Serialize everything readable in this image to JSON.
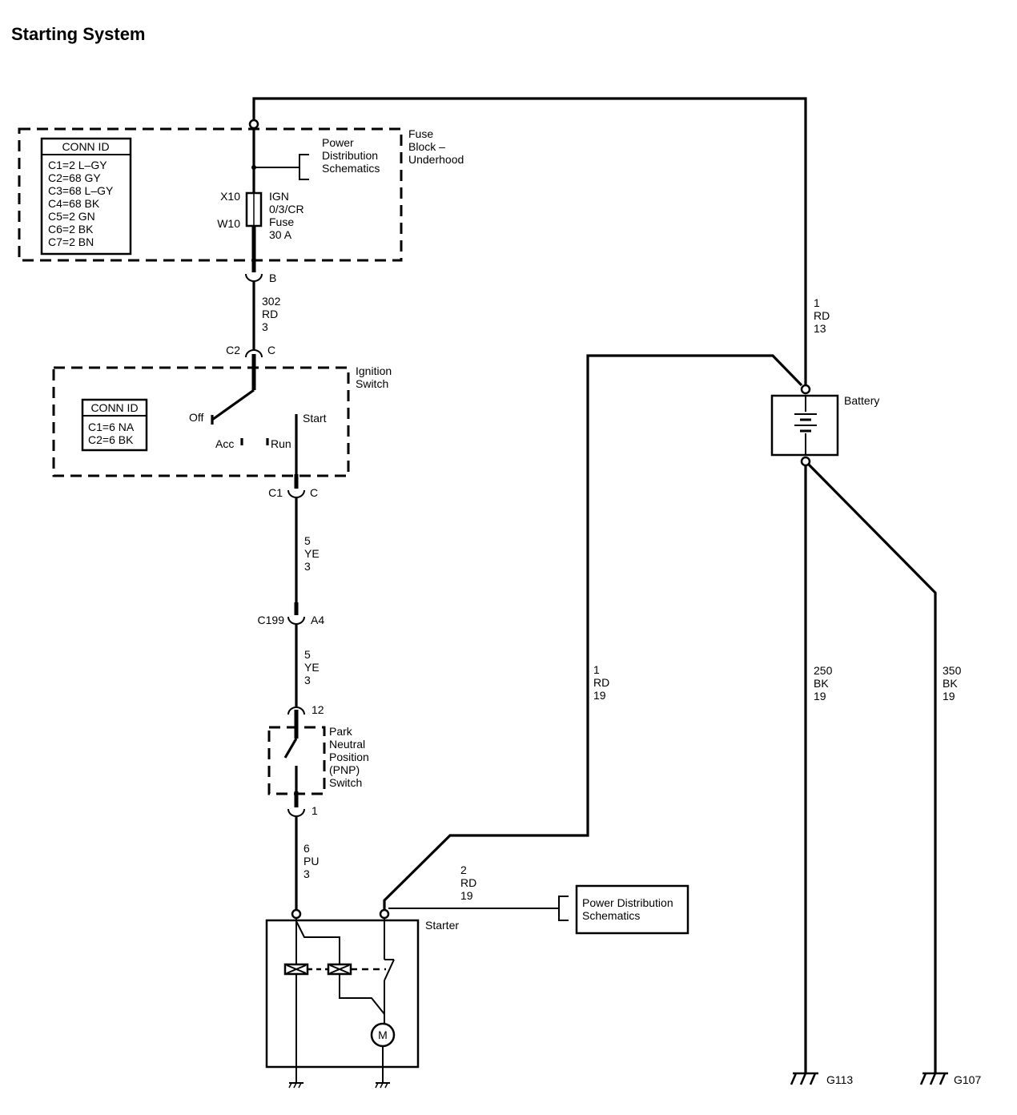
{
  "title": "Starting System",
  "fuse_block": {
    "label": [
      "Fuse",
      "Block –",
      "Underhood"
    ],
    "conn_id_title": "CONN ID",
    "conn_ids": [
      "C1=2 L–GY",
      "C2=68 GY",
      "C3=68 L–GY",
      "C4=68 BK",
      "C5=2 GN",
      "C6=2 BK",
      "C7=2 BN"
    ],
    "pds_ref": [
      "Power",
      "Distribution",
      "Schematics"
    ],
    "fuse_left": [
      "X10",
      "W10"
    ],
    "fuse_right": [
      "IGN",
      "0/3/CR",
      "Fuse",
      "30 A"
    ],
    "pin": "B"
  },
  "wire_302": [
    "302",
    "RD",
    "3"
  ],
  "c2": {
    "left": "C2",
    "right": "C"
  },
  "ignition_switch": {
    "label": [
      "Ignition",
      "Switch"
    ],
    "conn_id_title": "CONN ID",
    "conn_ids": [
      "C1=6 NA",
      "C2=6 BK"
    ],
    "positions": {
      "off": "Off",
      "acc": "Acc",
      "run": "Run",
      "start": "Start"
    }
  },
  "c1": {
    "left": "C1",
    "right": "C"
  },
  "wire_5a": [
    "5",
    "YE",
    "3"
  ],
  "c199": {
    "left": "C199",
    "right": "A4"
  },
  "wire_5b": [
    "5",
    "YE",
    "3"
  ],
  "pnp_switch": {
    "label": [
      "Park",
      "Neutral",
      "Position",
      "(PNP)",
      "Switch"
    ],
    "pin_top": "12",
    "pin_bottom": "1"
  },
  "wire_6": [
    "6",
    "PU",
    "3"
  ],
  "wire_2": [
    "2",
    "RD",
    "19"
  ],
  "pds_box": [
    "Power Distribution",
    "Schematics"
  ],
  "starter": {
    "label": "Starter",
    "motor": "M"
  },
  "wire_1_starter": [
    "1",
    "RD",
    "19"
  ],
  "wire_1_battery": [
    "1",
    "RD",
    "13"
  ],
  "battery": {
    "label": "Battery"
  },
  "wire_250": [
    "250",
    "BK",
    "19"
  ],
  "wire_350": [
    "350",
    "BK",
    "19"
  ],
  "grounds": [
    "G113",
    "G107"
  ]
}
